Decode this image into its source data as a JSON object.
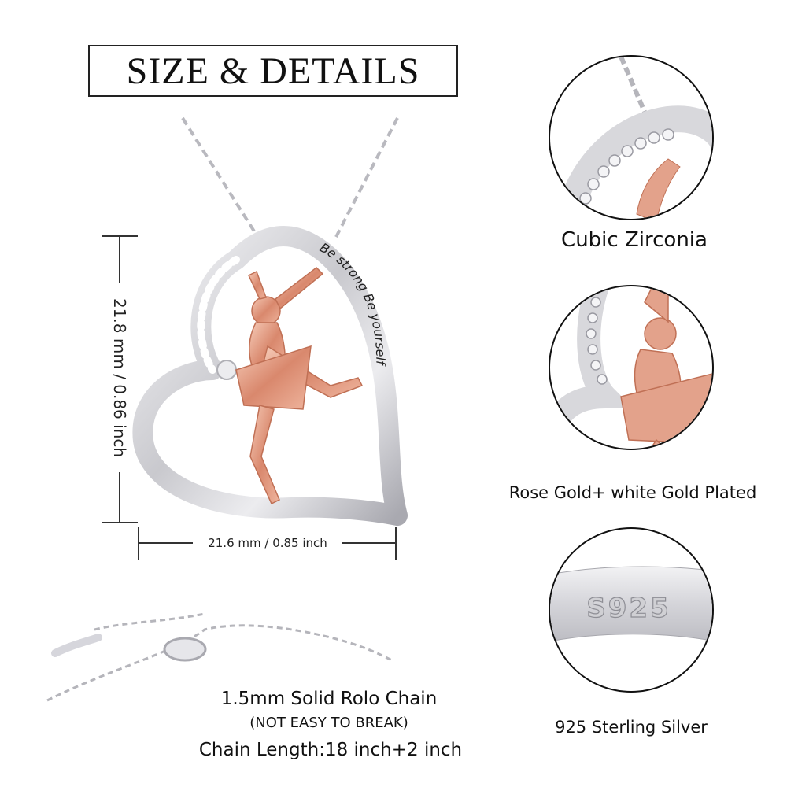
{
  "title": "SIZE & DETAILS",
  "dimensions": {
    "height_label": "21.8 mm / 0.86 inch",
    "width_label": "21.6 mm / 0.85 inch"
  },
  "pendant": {
    "engraving": "Be strong Be yourself"
  },
  "details": [
    {
      "caption": "Cubic Zirconia"
    },
    {
      "caption": "Rose Gold+ white Gold Plated"
    },
    {
      "caption": "925 Sterling Silver",
      "stamp": "S925"
    }
  ],
  "chain": {
    "line1": "1.5mm Solid Rolo Chain",
    "line2": "(NOT EASY TO BREAK)",
    "line3": "Chain Length:18 inch+2 inch"
  },
  "colors": {
    "silver": "#d8d8dc",
    "rose_gold": "#e3a28b",
    "text": "#111111"
  }
}
